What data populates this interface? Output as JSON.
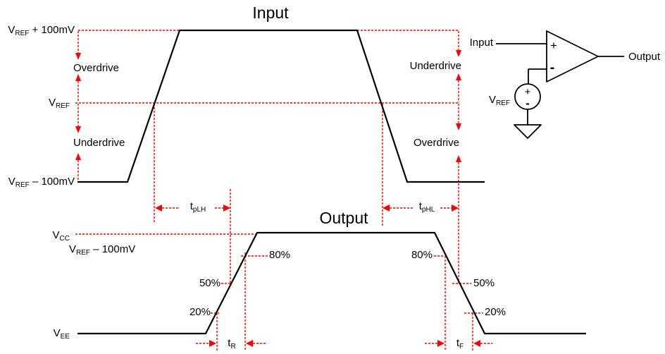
{
  "titles": {
    "input": "Input",
    "output": "Output"
  },
  "input_waveform": {
    "levels": {
      "vref_plus": {
        "pre": "V",
        "sub": "REF",
        "post": " + 100mV"
      },
      "vref": {
        "pre": "V",
        "sub": "REF",
        "post": ""
      },
      "vref_minus": {
        "pre": "V",
        "sub": "REF",
        "post": " – 100mV"
      }
    },
    "regions": {
      "overdrive_left": "Overdrive",
      "underdrive_left": "Underdrive",
      "underdrive_right": "Underdrive",
      "overdrive_right": "Overdrive"
    },
    "timing": {
      "tplh": {
        "pre": "t",
        "sub": "pLH"
      },
      "tphl": {
        "pre": "t",
        "sub": "pHL"
      }
    }
  },
  "output_waveform": {
    "levels": {
      "vcc": {
        "pre": "V",
        "sub": "CC",
        "post": ""
      },
      "vref_minus": {
        "pre": "V",
        "sub": "REF",
        "post": " – 100mV"
      },
      "vee": {
        "pre": "V",
        "sub": "EE",
        "post": ""
      }
    },
    "thresholds": {
      "p80": "80%",
      "p50": "50%",
      "p20": "20%"
    },
    "timing": {
      "tr": {
        "pre": "t",
        "sub": "R"
      },
      "tf": {
        "pre": "t",
        "sub": "F"
      }
    }
  },
  "circuit": {
    "input_label": "Input",
    "output_label": "Output",
    "vref_label": {
      "pre": "V",
      "sub": "REF"
    },
    "opamp_plus": "+",
    "opamp_minus": "-",
    "source_plus": "+",
    "source_minus": "-"
  },
  "colors": {
    "waveform": "#000000",
    "annotation": "#ff0000"
  }
}
